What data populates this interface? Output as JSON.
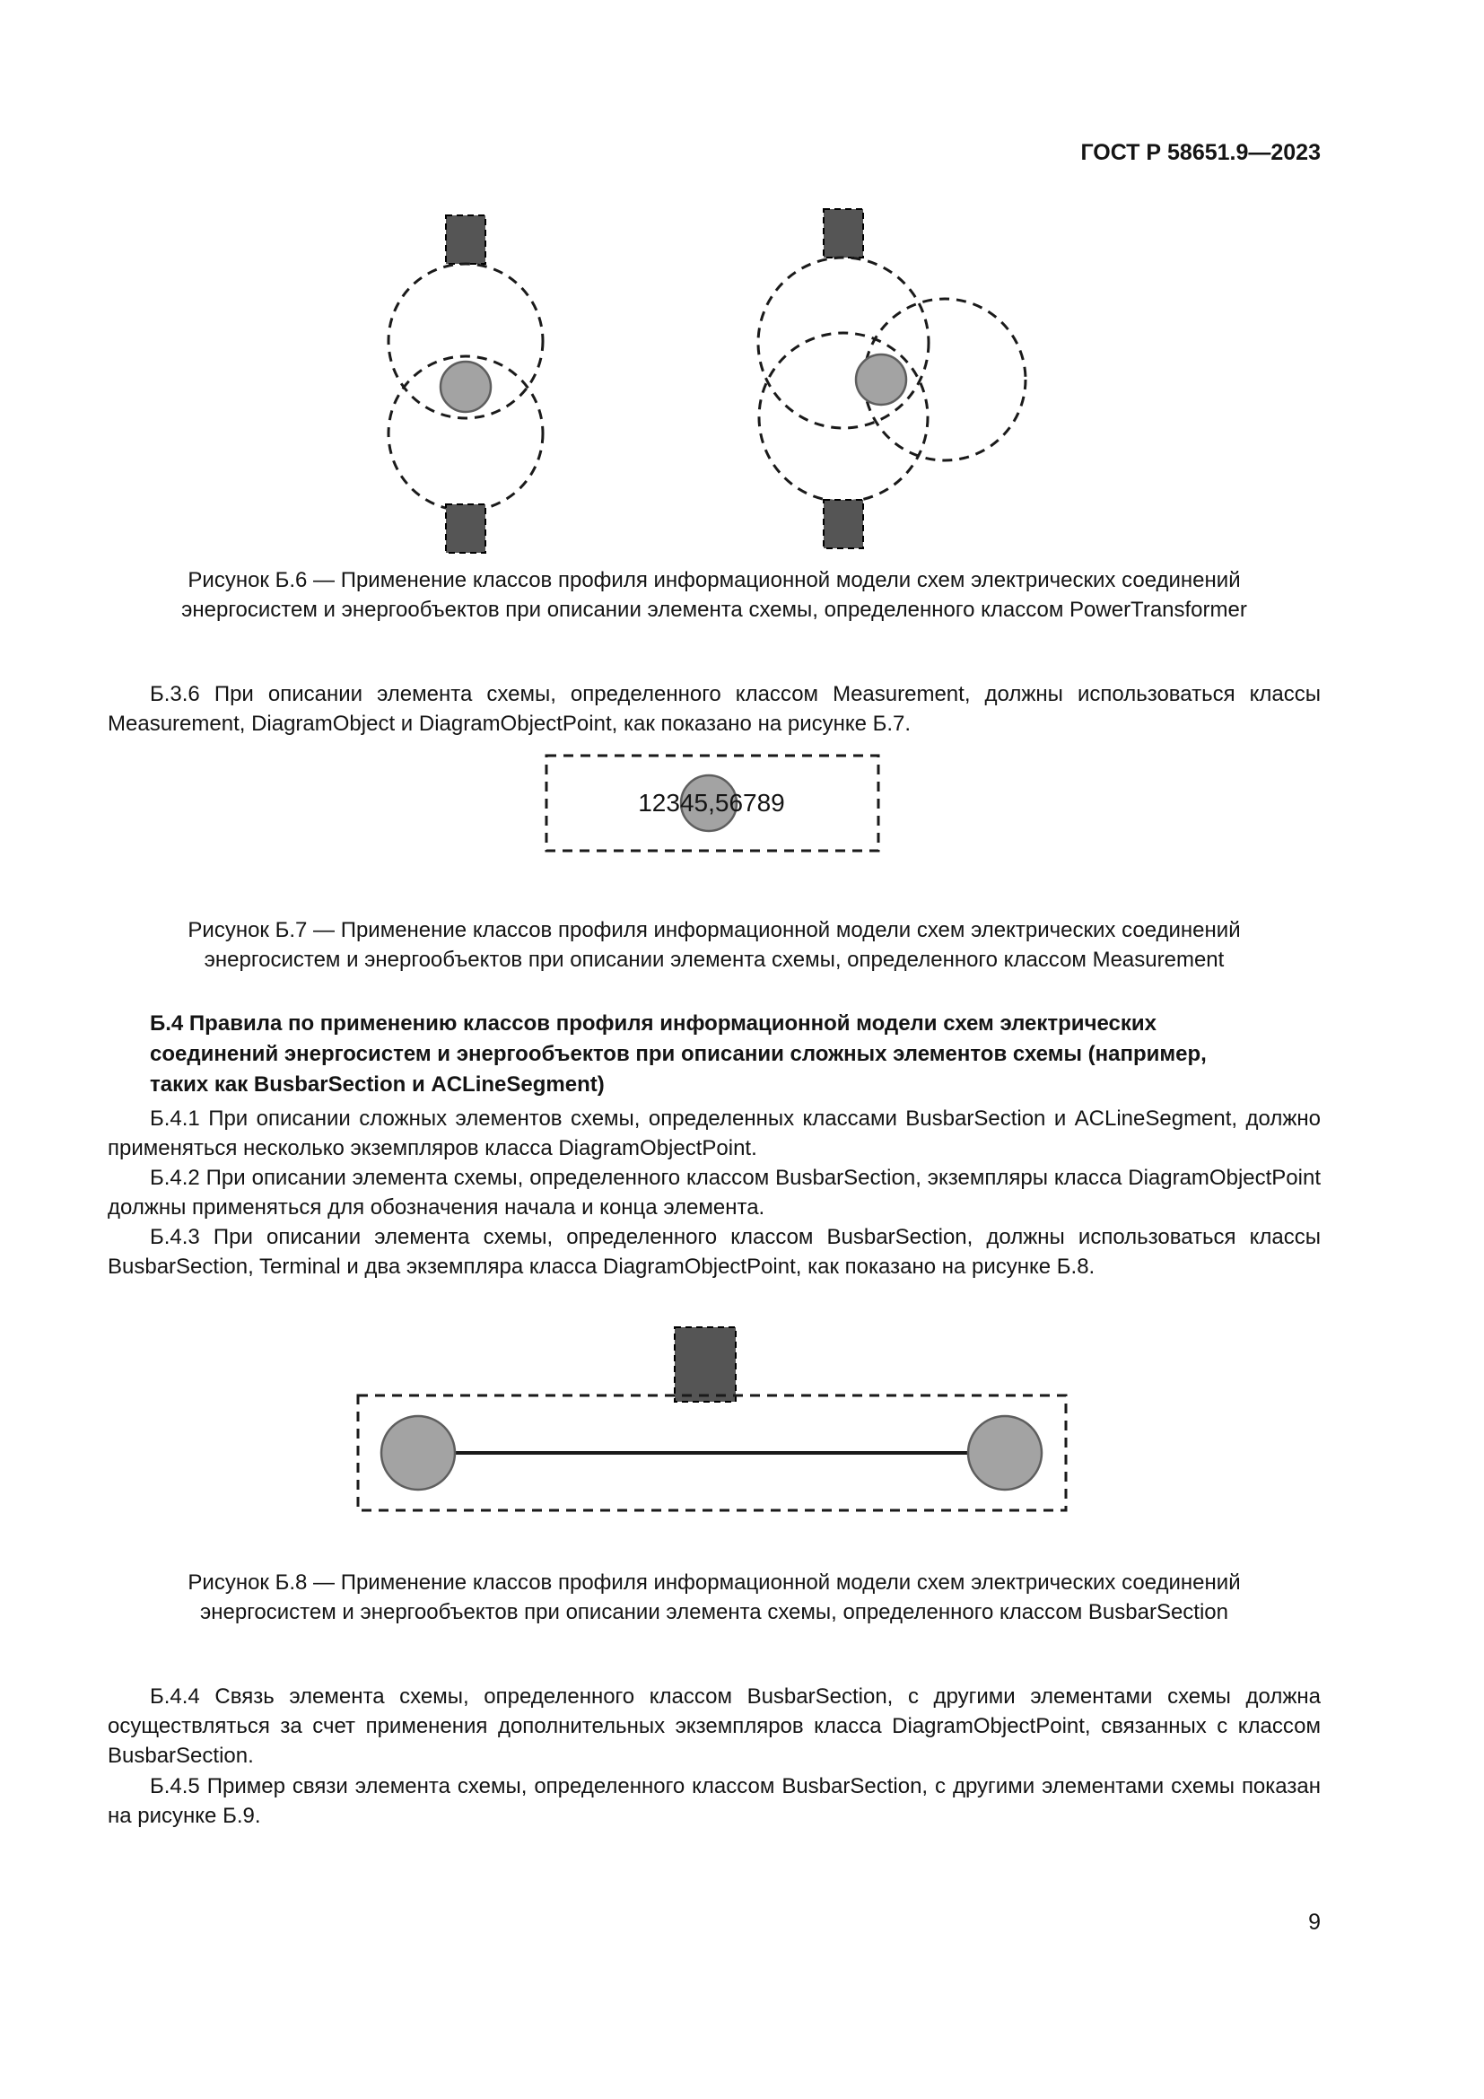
{
  "page": {
    "header": "ГОСТ Р 58651.9—2023",
    "page_number": "9"
  },
  "colors": {
    "square_fill": "#555555",
    "dot_fill": "#a3a3a3",
    "busbar_dot_fill": "#a3a3a3",
    "stroke_black": "#1a1a1a"
  },
  "figures": {
    "b6": {
      "caption": [
        "Рисунок Б.6 — Применение классов профиля информационной модели схем электрических соединений",
        "энергосистем и энергообъектов при описании элемента схемы, определенного классом PowerTransformer"
      ]
    },
    "b7": {
      "value": "12345,56789",
      "caption": [
        "Рисунок Б.7 — Применение классов профиля информационной модели схем электрических соединений",
        "энергосистем и энергообъектов при описании элемента схемы, определенного классом Measurement"
      ]
    },
    "b8": {
      "caption": [
        "Рисунок Б.8 — Применение классов профиля информационной модели схем электрических соединений",
        "энергосистем и энергообъектов при описании элемента схемы, определенного классом BusbarSection"
      ]
    }
  },
  "sections": {
    "b36": "Б.3.6 При описании элемента схемы, определенного классом Measurement, должны использоваться классы Measurement, DiagramObject и DiagramObjectPoint, как показано на рисунке Б.7.",
    "b4_heading": [
      "Б.4 Правила по применению классов профиля информационной модели схем электрических",
      "соединений энергосистем и энергообъектов при описании сложных элементов схемы (например,",
      "таких как BusbarSection и ACLineSegment)"
    ],
    "b41": "Б.4.1 При описании сложных элементов схемы, определенных классами BusbarSection и ACLineSegment, должно применяться несколько экземпляров класса DiagramObjectPoint.",
    "b42": "Б.4.2 При описании элемента схемы, определенного классом BusbarSection, экземпляры класса DiagramObjectPoint должны применяться для обозначения начала и конца элемента.",
    "b43": "Б.4.3 При описании элемента схемы, определенного классом BusbarSection, должны использоваться классы BusbarSection, Terminal и два экземпляра класса DiagramObjectPoint, как показано на рисунке Б.8.",
    "b44": "Б.4.4 Связь элемента схемы, определенного классом BusbarSection, с другими элементами схемы должна осуществляться за счет применения дополнительных экземпляров класса DiagramObjectPoint, связанных с классом BusbarSection.",
    "b45": "Б.4.5 Пример связи элемента схемы, определенного классом BusbarSection, с другими элементами схемы показан на рисунке Б.9."
  }
}
